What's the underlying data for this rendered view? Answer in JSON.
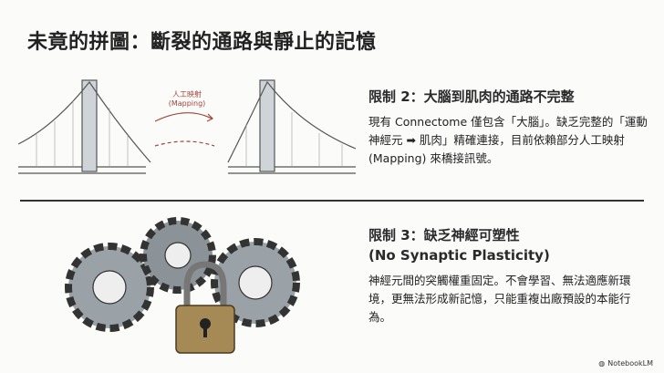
{
  "title": "未竟的拼圖：斷裂的通路與靜止的記憶",
  "illustration_bridge": {
    "label_zh": "人工映射",
    "label_en": "(Mapping)"
  },
  "section2": {
    "heading": "限制 2：大腦到肌肉的通路不完整",
    "body": "現有 Connectome 僅包含「大腦」。缺乏完整的「運動神經元 ➡ 肌肉」精確連接，目前依賴部分人工映射 (Mapping) 來橋接訊號。"
  },
  "section3": {
    "heading_line1": "限制 3：缺乏神經可塑性",
    "heading_line2": "(No Synaptic Plasticity)",
    "body": "神經元間的突觸權重固定。不會學習、無法適應新環境，更無法形成新記憶，只能重複出廠預設的本能行為。"
  },
  "brand": "NotebookLM"
}
